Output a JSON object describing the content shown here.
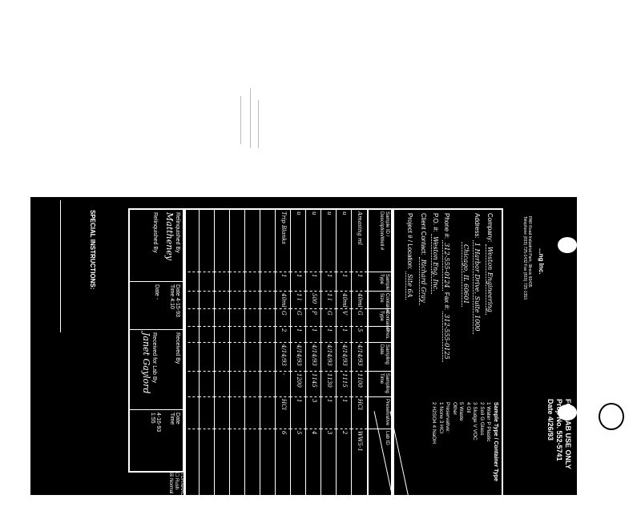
{
  "lab": {
    "name": "...ng Inc.",
    "address": [
      "PAR Road Industrial Park, Illinois 60435",
      "Telephone (815) 725-1432 Fax (815) 725-1353"
    ],
    "lab_use": {
      "title": "FOR LAB USE ONLY",
      "number": "Proj. No. 552-5741",
      "date": "Date 4/26/93"
    }
  },
  "header": {
    "company_label": "Company:",
    "company": "Weston Engineering",
    "address_label": "Address:",
    "address_1": "1 Harbor Drive, Suite 1000",
    "address_2": "Chicago, IL 60601",
    "phone_label": "Phone #:",
    "phone": "312-555-0124",
    "fax_label": "Fax #:",
    "fax": "312-555-0125",
    "po_label": "P.O. #:",
    "po": "Weston Eng. Inc.",
    "contact_label": "Client Contact:",
    "contact": "Richard Gray",
    "project_label": "Project # / Location:",
    "project": "Site 6A"
  },
  "sample_types": {
    "title": "Sample Type / Container Type",
    "items": [
      "1 Water   P Plastic",
      "2 Soil   G Glass",
      "3 Sludge   V VOC",
      "4 Oil",
      "5 Waste",
      "Other",
      "Preservative:",
      "1 None   3 HCl",
      "2 H2SO4   4 NaOH"
    ]
  },
  "table": {
    "headers": [
      "Sample ID / Description/Well #",
      "Sample Type",
      "Container Size",
      "Container Type",
      "Pres.",
      "Sampling Date",
      "Sampling Time",
      "Preservative",
      "Lab ID"
    ],
    "rows": [
      [
        "Amasing ml",
        "1",
        "40ml",
        "G",
        "5",
        "4/14/93",
        "1100",
        "HCl",
        "WW5-1"
      ],
      [
        "u",
        "1",
        "40ml",
        "V",
        "1",
        "4/14/93",
        "1115",
        "1",
        "2"
      ],
      [
        "u",
        "1",
        "1 l",
        "G",
        "1",
        "4/14/93",
        "1130",
        "1",
        "3"
      ],
      [
        "u",
        "1",
        "500",
        "P",
        "1",
        "4/14/93",
        "1145",
        "3",
        "4"
      ],
      [
        "u",
        "1",
        "1 l",
        "G",
        "1",
        "4/14/93",
        "1200",
        "1",
        "5"
      ],
      [
        "Trip Blanks",
        "1",
        "40ml",
        "G",
        "2",
        "4/14/93",
        "-",
        "HCl",
        "6"
      ],
      [
        "",
        "",
        "",
        "",
        "",
        "",
        "",
        "",
        ""
      ],
      [
        "",
        "",
        "",
        "",
        "",
        "",
        "",
        "",
        ""
      ],
      [
        "",
        "",
        "",
        "",
        "",
        "",
        "",
        "",
        ""
      ],
      [
        "",
        "",
        "",
        "",
        "",
        "",
        "",
        "",
        ""
      ],
      [
        "",
        "",
        "",
        "",
        "",
        "",
        "",
        "",
        ""
      ],
      [
        "",
        "",
        "",
        "",
        "",
        "",
        "",
        "",
        ""
      ]
    ]
  },
  "signatures": {
    "relinquished_label": "Relinquished By",
    "relinquished_sig": "Mattheney",
    "date_label": "Date",
    "date_1": "4-15-93",
    "time_label": "Time",
    "time_1": "4:10",
    "received_label": "Received By",
    "relinquished_label_2": "Relinquished By",
    "date_2": "-",
    "time_2": "-",
    "received_lab_label": "Received for Lab By",
    "received_lab_sig": "Janet Gaylord",
    "date_3": "4-16-93",
    "time_3": "1:55",
    "turnaround_label": "TURNAROUND",
    "rush": "Rush",
    "normal": "Normal"
  },
  "special_instructions": "SPECIAL INSTRUCTIONS:"
}
